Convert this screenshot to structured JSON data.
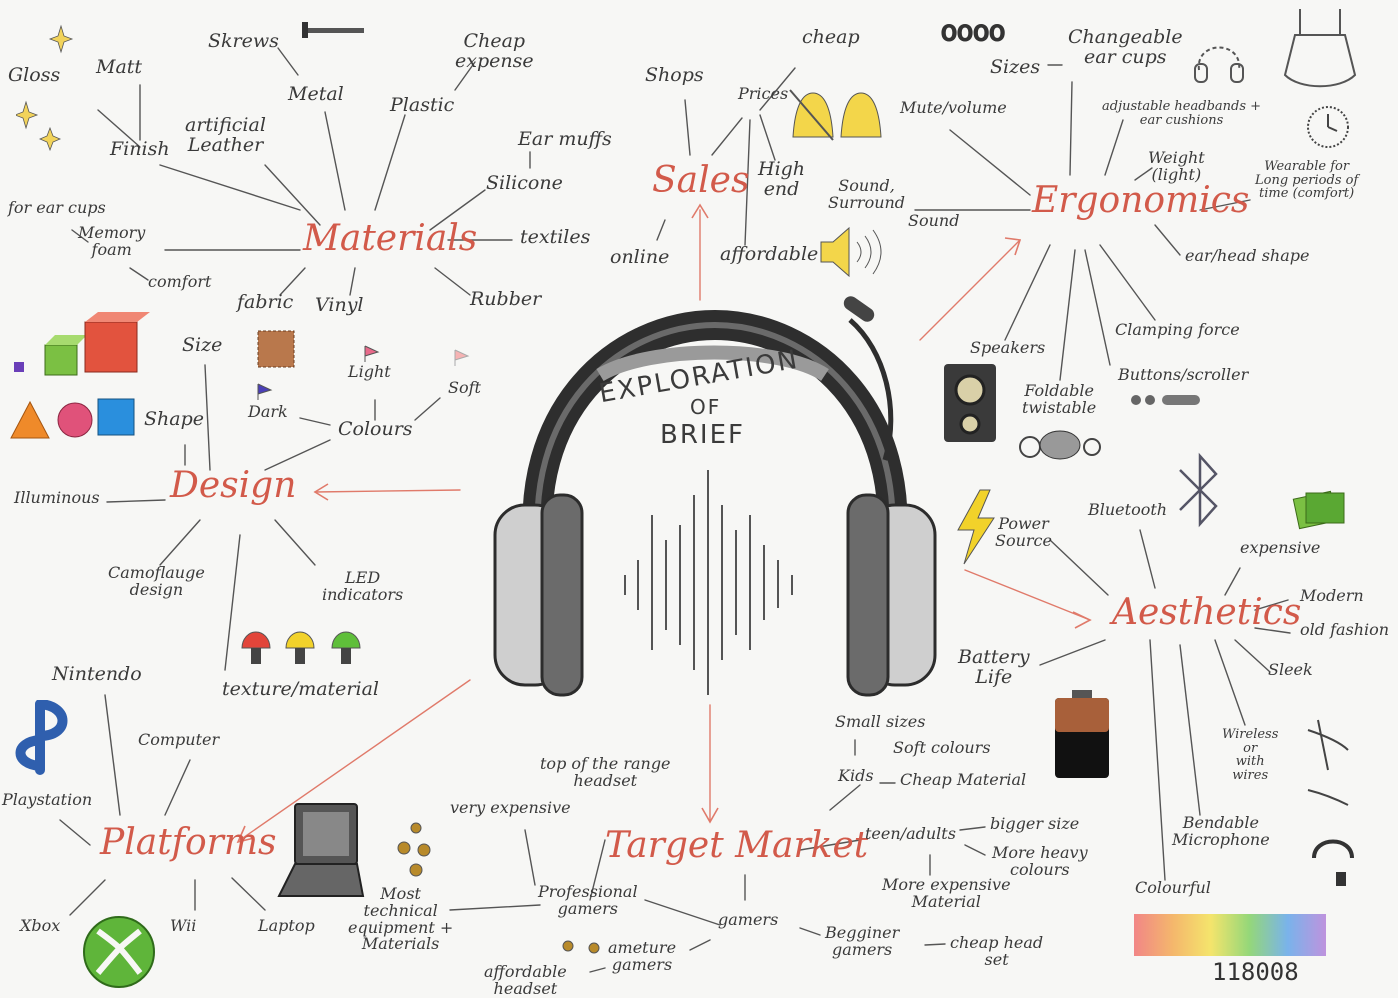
{
  "colors": {
    "hub": "#d25a4a",
    "ink": "#3a3a3a",
    "arrow": "#e07a6a"
  },
  "center": {
    "line1": "EXPLORATION",
    "line2": "OF",
    "line3": "BRIEF"
  },
  "hubs": {
    "materials": "Materials",
    "sales": "Sales",
    "ergonomics": "Ergonomics",
    "design": "Design",
    "aesthetics": "Aesthetics",
    "platforms": "Platforms",
    "target_market": "Target Market"
  },
  "materials": {
    "gloss": "Gloss",
    "matt": "Matt",
    "skrews": "Skrews",
    "metal": "Metal",
    "cheap_expense": "Cheap\nexpense",
    "plastic": "Plastic",
    "finish": "Finish",
    "artificial_leather": "artificial\nLeather",
    "ear_muffs": "Ear muffs",
    "silicone": "Silicone",
    "for_ear_cups": "for ear cups",
    "memory_foam": "Memory\nfoam",
    "comfort": "comfort",
    "textiles": "textiles",
    "fabric": "fabric",
    "vinyl": "Vinyl",
    "rubber": "Rubber"
  },
  "sales": {
    "shops": "Shops",
    "prices": "Prices",
    "cheap": "cheap",
    "high_end": "High\nend",
    "online": "online",
    "affordable": "affordable",
    "sound_surround": "Sound,\nSurround",
    "sound": "Sound"
  },
  "ergonomics": {
    "sizes": "Sizes",
    "changeable_ear_cups": "Changeable\near cups",
    "mute_volume": "Mute/volume",
    "adjustable": "adjustable headbands +\near cushions",
    "weight": "Weight\n(light)",
    "wearable": "Wearable for\nLong periods of\ntime (comfort)",
    "ear_head_shape": "ear/head shape",
    "speakers": "Speakers",
    "foldable": "Foldable\ntwistable",
    "clamping": "Clamping force",
    "buttons": "Buttons/scroller"
  },
  "design": {
    "size": "Size",
    "light": "Light",
    "soft": "Soft",
    "dark": "Dark",
    "colours": "Colours",
    "shape": "Shape",
    "illuminous": "Illuminous",
    "camouflage": "Camoflauge\ndesign",
    "led": "LED\nindicators",
    "texture": "texture/material"
  },
  "aesthetics": {
    "power_source": "Power\nSource",
    "bluetooth": "Bluetooth",
    "expensive": "expensive",
    "modern": "Modern",
    "old_fashion": "old fashion",
    "sleek": "Sleek",
    "battery_life": "Battery\nLife",
    "wireless": "Wireless\nor\nwith\nwires",
    "bendable_mic": "Bendable\nMicrophone",
    "colourful": "Colourful"
  },
  "target_market": {
    "small_sizes": "Small sizes",
    "soft_colours": "Soft colours",
    "kids": "Kids",
    "cheap_material": "Cheap Material",
    "teen_adults": "teen/adults",
    "bigger_size": "bigger size",
    "more_heavy": "More heavy\ncolours",
    "more_expensive": "More expensive\nMaterial",
    "top_range": "top of the range\nheadset",
    "very_expensive": "very expensive",
    "professional": "Professional\ngamers",
    "gamers": "gamers",
    "beginner": "Begginer\ngamers",
    "cheap_head_set": "cheap head\nset",
    "amateur": "ameture\ngamers",
    "affordable_headset": "affordable\nheadset",
    "most_technical": "Most\ntechnical\nequipment +\nMaterials"
  },
  "platforms": {
    "nintendo": "Nintendo",
    "computer": "Computer",
    "playstation": "Playstation",
    "xbox": "Xbox",
    "wii": "Wii",
    "laptop": "Laptop"
  },
  "footer": {
    "code": "118008",
    "dots_logo": "oooo"
  }
}
